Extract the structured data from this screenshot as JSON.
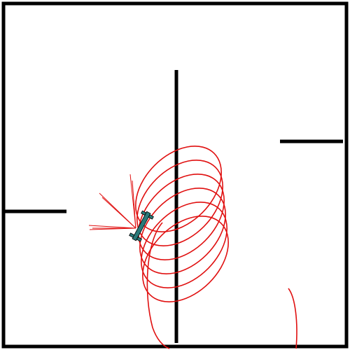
{
  "scene": {
    "background_color": "#ffffff",
    "wall_color": "#000000",
    "trajectory_color": "#e01010",
    "sensor_ray_color": "#e01010",
    "robot_body_color": "#2a7a7a",
    "robot_outline_color": "#000000"
  },
  "robot": {
    "wheels": 4,
    "sensor_rays": 7
  },
  "trajectory": {
    "loops": 6
  }
}
